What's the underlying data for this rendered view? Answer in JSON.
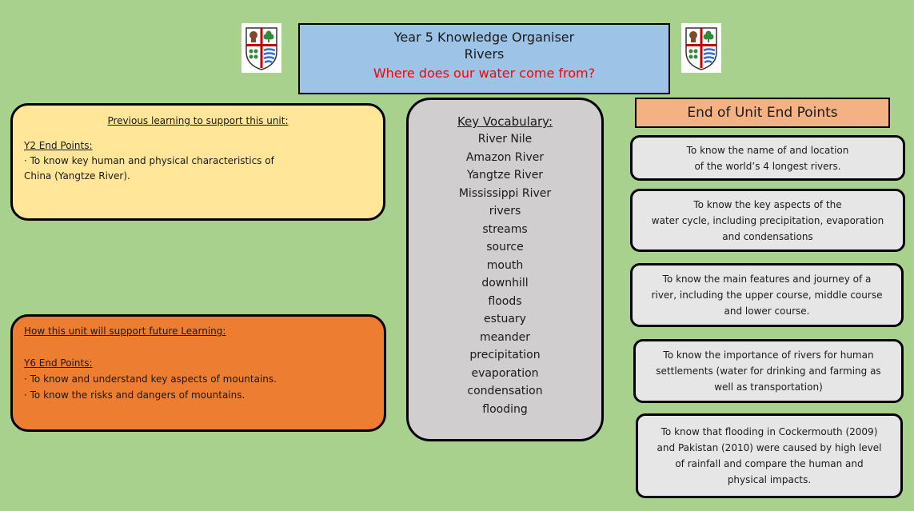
{
  "title": {
    "line1": "Year 5 Knowledge Organiser",
    "line2": "Rivers",
    "question": "Where does our water come from?"
  },
  "previous": {
    "heading": "Previous learning to support this unit:",
    "sub": "Y2 End Points:",
    "items": [
      "· To know key human and physical characteristics of",
      "China (Yangtze River)."
    ]
  },
  "future": {
    "heading": "How this unit will support future Learning:",
    "sub": "Y6 End Points:",
    "items": [
      "· To know and understand key aspects of mountains.",
      "· To know the risks and dangers of mountains."
    ]
  },
  "vocab": {
    "heading": "Key Vocabulary:",
    "words": [
      "River Nile",
      "Amazon River",
      "Yangtze River",
      "Mississippi River",
      "rivers",
      "streams",
      "source",
      "mouth",
      "downhill",
      "floods",
      "estuary",
      "meander",
      "precipitation",
      "evaporation",
      "condensation",
      "flooding"
    ]
  },
  "end_points": {
    "heading": "End of Unit End Points",
    "items": [
      "To know the name of and location\nof the world’s 4 longest rivers.",
      "To know the key aspects of the\nwater cycle, including precipitation, evaporation\nand condensations",
      "To know the main features and journey of a\nriver, including the upper course, middle course\nand lower course.",
      "To know the importance of rivers for human\nsettlements (water for drinking and farming as\nwell as transportation)",
      "To know that flooding in Cockermouth (2009)\nand Pakistan (2010) were caused by high level\nof rainfall and compare the human and\nphysical impacts."
    ]
  },
  "colors": {
    "background": "#a9d18e",
    "title_box": "#9dc3e6",
    "question": "#ff0000",
    "previous_box": "#ffe699",
    "future_box": "#ed7d31",
    "vocab_box": "#d0cece",
    "end_points_header": "#f4b183",
    "end_point_card": "#e7e6e6"
  },
  "icons": [
    "school-crest-icon"
  ]
}
